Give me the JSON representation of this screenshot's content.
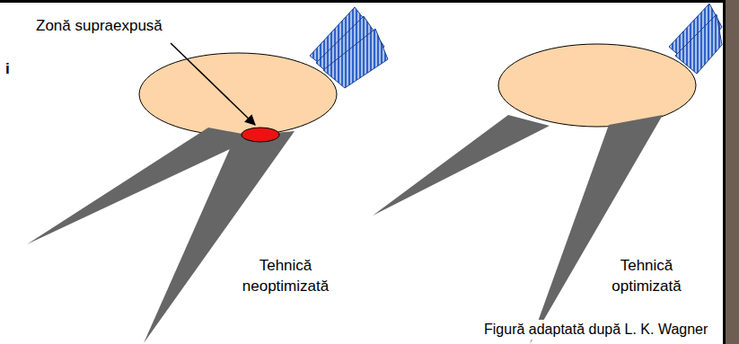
{
  "diagram": {
    "labels": [
      "Zonă supraexpusă",
      "i",
      "Tehnică neoptimizată",
      "Tehnică optimizată",
      "Figură adaptată după L. K. Wagner"
    ]
  }
}
